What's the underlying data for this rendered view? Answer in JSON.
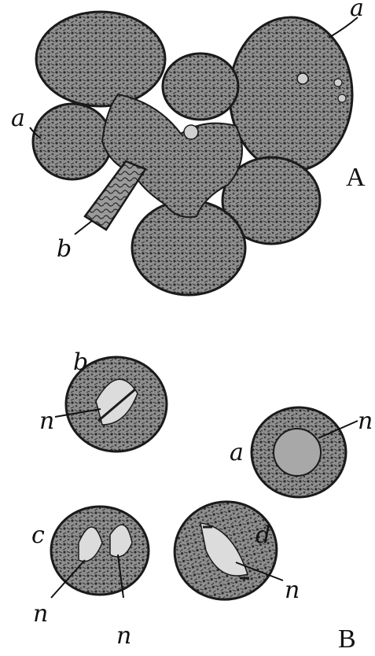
{
  "figure_A": {
    "caption": "A",
    "labels": {
      "a_top": "a",
      "a_left": "a",
      "b": "b"
    }
  },
  "figure_B": {
    "caption": "B",
    "cells": {
      "b": {
        "letter": "b",
        "n": "n"
      },
      "a": {
        "letter": "a",
        "n": "n"
      },
      "c": {
        "letter": "c",
        "n1": "n",
        "n2": "n"
      },
      "d": {
        "letter": "d",
        "n": "n"
      }
    }
  },
  "colors": {
    "ink": "#1a1a1a",
    "stipple": "#8c8c8c",
    "paper": "#ffffff"
  }
}
